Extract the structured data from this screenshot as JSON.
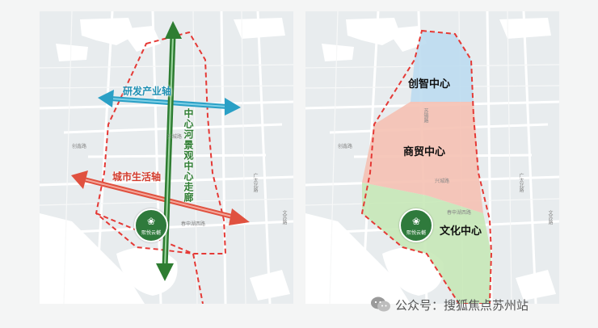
{
  "left_map": {
    "axis_research": "研发产业轴",
    "axis_city_life": "城市生活轴",
    "axis_river_corridor": "中心河景观中心走廊",
    "logo_name": "熙悦云樾",
    "road_labels": [
      "创鑫路",
      "兴城路",
      "广太北路",
      "春申湖西路",
      "文苏路"
    ]
  },
  "right_map": {
    "zones": [
      {
        "name": "创智中心",
        "color": "#bcdcef"
      },
      {
        "name": "商贸中心",
        "color": "#f5c1b3"
      },
      {
        "name": "文化中心",
        "color": "#c7e8b7"
      }
    ],
    "logo_name": "熙悦云樾",
    "road_labels": [
      "苏锡路",
      "创鑫路",
      "兴城路",
      "广太北路",
      "春申湖西路",
      "文苏路"
    ]
  },
  "watermark": {
    "text": "公众号：搜狐焦点苏州站",
    "icon": "wechat-icon"
  },
  "colors": {
    "boundary": "#e53935",
    "axis_blue": "#2aa0c6",
    "axis_red": "#e0513f",
    "axis_green": "#2e7d32",
    "water": "#ffffff",
    "land": "#e8ecee"
  }
}
